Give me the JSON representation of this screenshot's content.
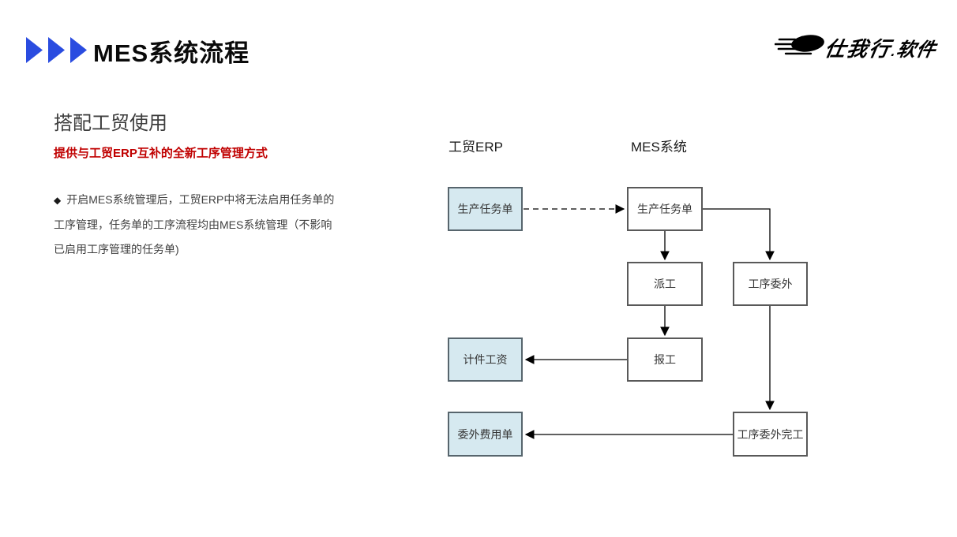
{
  "slide": {
    "title": "MES系统流程",
    "logo": {
      "name": "仕我行",
      "dot": ".",
      "suffix": "软件"
    }
  },
  "content": {
    "heading": "搭配工贸使用",
    "subheading": "提供与工贸ERP互补的全新工序管理方式",
    "bullet_icon": "◆",
    "paragraph": "开启MES系统管理后，工贸ERP中将无法启用任务单的工序管理，任务单的工序流程均由MES系统管理（不影响已启用工序管理的任务单)"
  },
  "diagram": {
    "columns": [
      {
        "label": "工贸ERP"
      },
      {
        "label": "MES系统"
      }
    ],
    "nodes": {
      "erp_task": {
        "label": "生产任务单",
        "system": "工贸ERP"
      },
      "mes_task": {
        "label": "生产任务单",
        "system": "MES系统"
      },
      "dispatch": {
        "label": "派工",
        "system": "MES系统"
      },
      "outsource": {
        "label": "工序委外",
        "system": "MES系统"
      },
      "piece_wage": {
        "label": "计件工资",
        "system": "工贸ERP"
      },
      "report": {
        "label": "报工",
        "system": "MES系统"
      },
      "outsource_fee": {
        "label": "委外费用单",
        "system": "工贸ERP"
      },
      "outsource_done": {
        "label": "工序委外完工",
        "system": "MES系统"
      }
    },
    "edges": [
      {
        "from": "erp_task",
        "to": "mes_task",
        "style": "dashed"
      },
      {
        "from": "mes_task",
        "to": "dispatch",
        "style": "solid"
      },
      {
        "from": "mes_task",
        "to": "outsource",
        "style": "solid"
      },
      {
        "from": "dispatch",
        "to": "report",
        "style": "solid"
      },
      {
        "from": "report",
        "to": "piece_wage",
        "style": "solid"
      },
      {
        "from": "outsource",
        "to": "outsource_done",
        "style": "solid"
      },
      {
        "from": "outsource_done",
        "to": "outsource_fee",
        "style": "solid"
      }
    ]
  },
  "colors": {
    "accent_blue": "#2a4ce0",
    "subheading_red": "#c00000",
    "node_fill_blue": "#d6e9f0",
    "node_border": "#595959",
    "arrow": "#000000"
  }
}
